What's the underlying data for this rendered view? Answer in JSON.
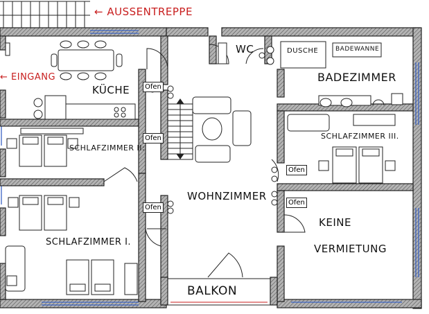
{
  "labels": {
    "aussentreppe": "← AUSSENTREPPE",
    "eingang": "← EINGANG",
    "kueche": "KÜCHE",
    "wc": "WC",
    "dusche": "DUSCHE",
    "badewanne": "BADEWANNE",
    "badezimmer": "BADEZIMMER",
    "schlafzimmer_2": "SCHLAFZIMMER II:",
    "schlafzimmer_3": "SCHLAFZIMMER III.",
    "wohnzimmer": "WOHNZIMMER",
    "keine": "KEINE",
    "vermietung": "VERMIETUNG",
    "schlafzimmer_1": "SCHLAFZIMMER I.",
    "balkon": "BALKON",
    "ofen": "Ofen"
  },
  "colors": {
    "annotation": "#c81e1e",
    "wall_fill": "#9a9a9a",
    "window": "#3b63c4"
  }
}
